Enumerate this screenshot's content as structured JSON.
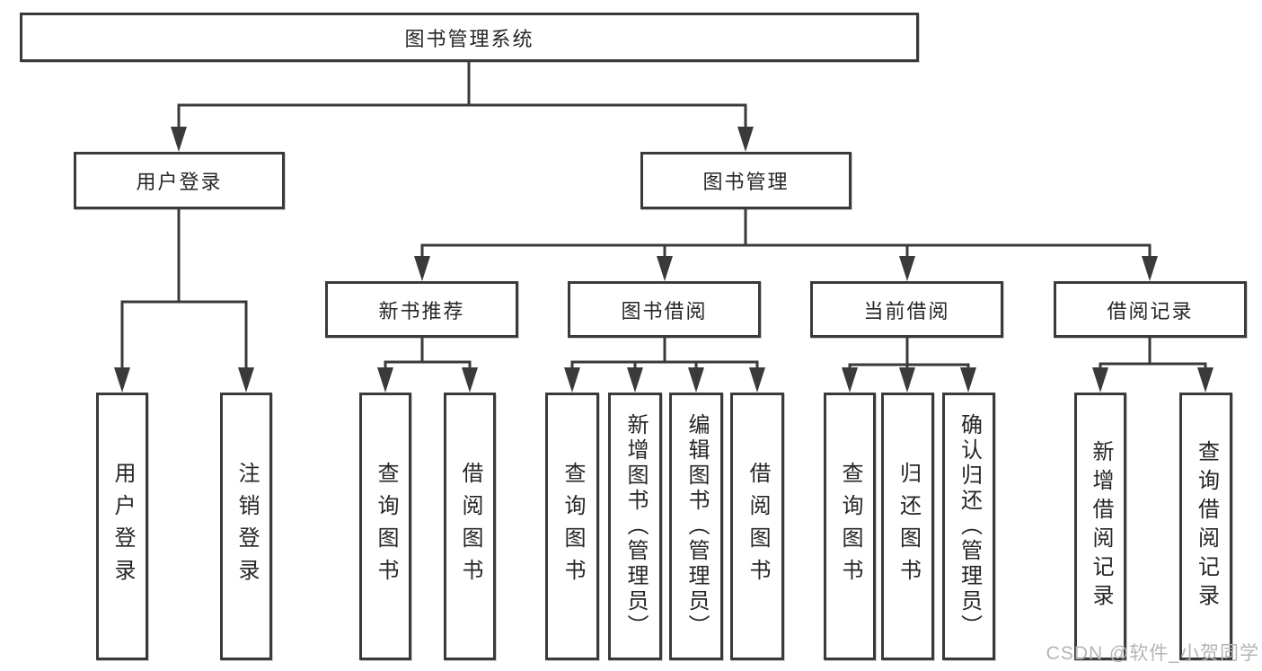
{
  "nodes": {
    "root": "图书管理系统",
    "user_login": "用户登录",
    "book_mgmt": "图书管理",
    "new_book_recommend": "新书推荐",
    "book_borrow": "图书借阅",
    "current_borrow": "当前借阅",
    "borrow_records": "借阅记录",
    "leaves_user_login": [
      "用户登录",
      "注销登录"
    ],
    "leaves_new_book": [
      "查询图书",
      "借阅图书"
    ],
    "leaves_book_borrow": [
      "查询图书",
      "新增图书（管理员）",
      "编辑图书（管理员）",
      "借阅图书"
    ],
    "leaves_current": [
      "查询图书",
      "归还图书",
      "确认归还（管理员）"
    ],
    "leaves_records": [
      "新增借阅记录",
      "查询借阅记录"
    ]
  },
  "watermark": {
    "text": "CSDN @软件_小贺同学"
  },
  "colors": {
    "line": "#3a3a3a",
    "text": "#262626",
    "watermark": "#b5b5b5",
    "background": "#ffffff"
  }
}
